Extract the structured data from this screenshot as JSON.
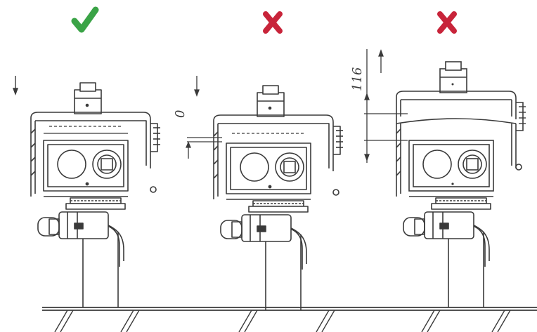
{
  "marks": {
    "left": {
      "symbol": "check",
      "color": "#3aa346"
    },
    "middle": {
      "symbol": "cross",
      "color": "#c8243a"
    },
    "right": {
      "symbol": "cross",
      "color": "#c8243a"
    }
  },
  "dimensions": {
    "middle_gap": "0",
    "right_gap": "116"
  },
  "colors": {
    "line": "#3a3a3a"
  }
}
